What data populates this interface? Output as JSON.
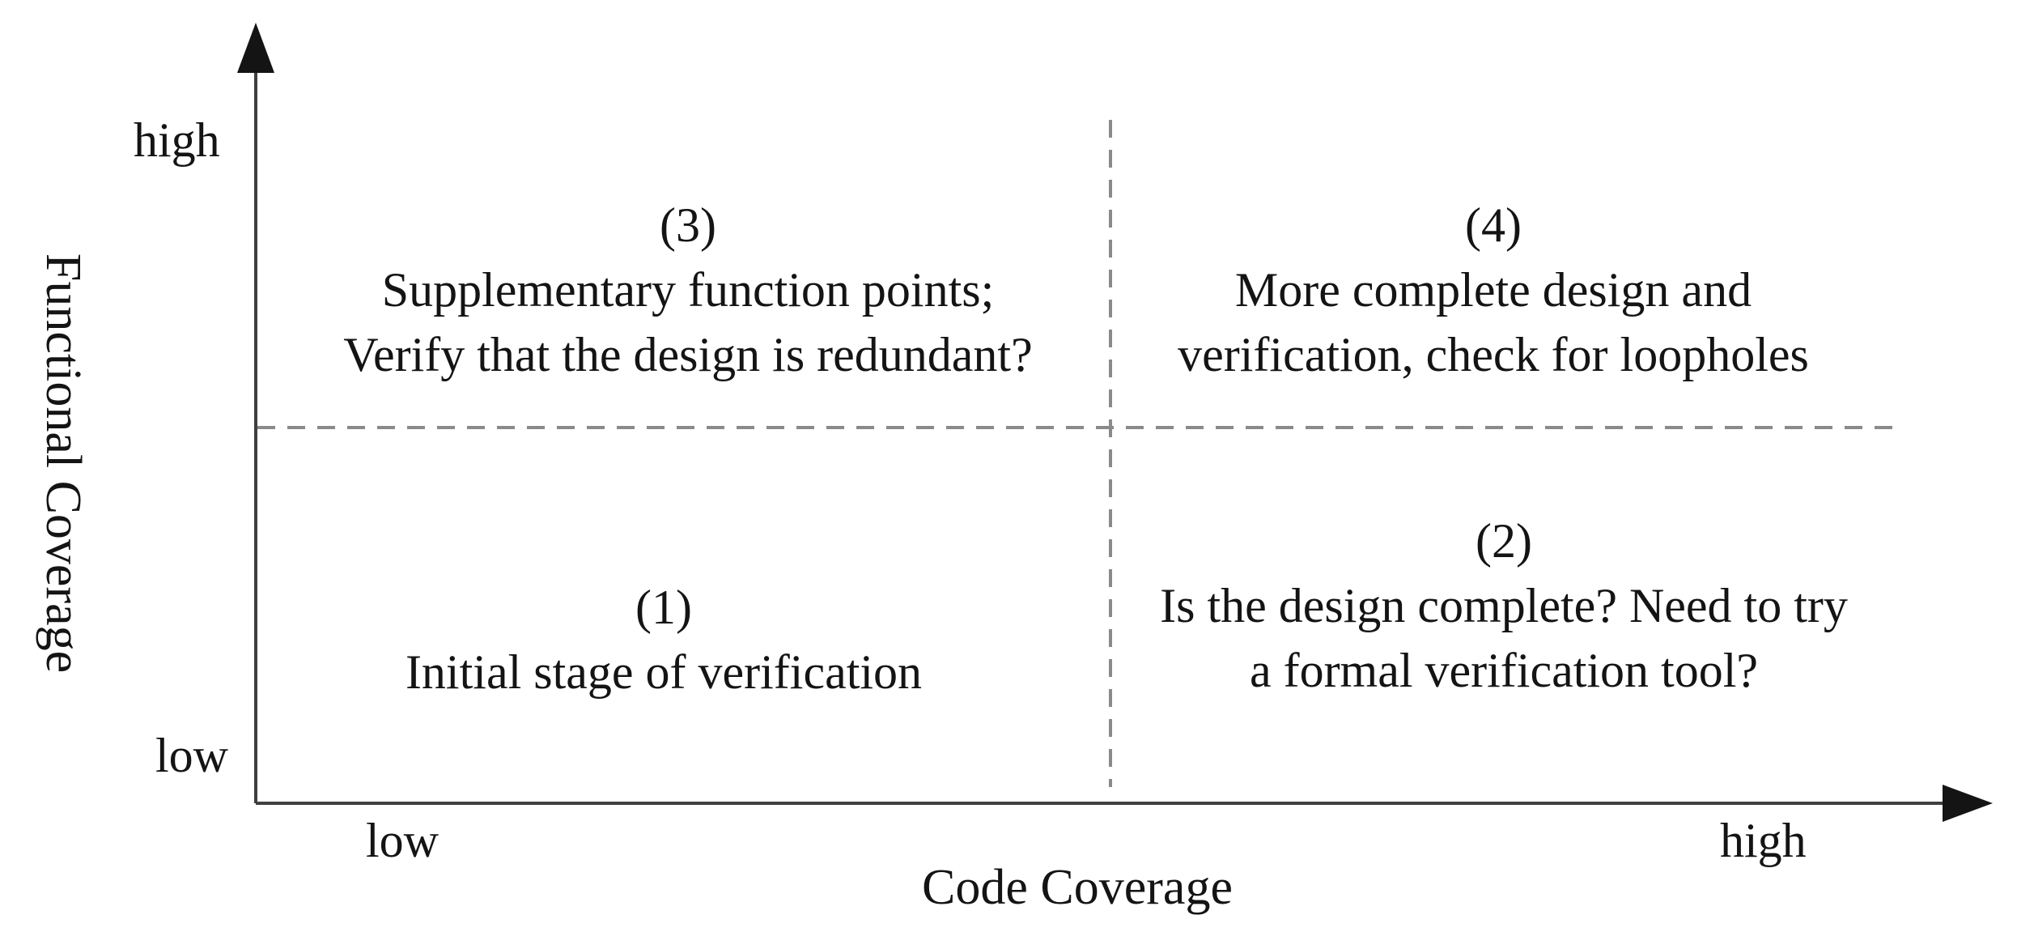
{
  "diagram": {
    "title_implied": "Coverage quadrant diagram",
    "y_axis": {
      "title": "Functional Coverage",
      "high_label": "high",
      "low_label": "low"
    },
    "x_axis": {
      "title": "Code Coverage",
      "low_label": "low",
      "high_label": "high"
    },
    "quadrants": [
      {
        "id": "(1)",
        "position": "bottom-left",
        "lines": [
          "Initial stage of verification"
        ]
      },
      {
        "id": "(2)",
        "position": "bottom-right",
        "lines": [
          "Is the design complete? Need to try",
          "a formal verification tool?"
        ]
      },
      {
        "id": "(3)",
        "position": "top-left",
        "lines": [
          "Supplementary function points;",
          "Verify that the design is redundant?"
        ]
      },
      {
        "id": "(4)",
        "position": "top-right",
        "lines": [
          "More complete design and",
          "verification, check for loopholes"
        ]
      }
    ],
    "colors": {
      "text": "#141414",
      "axis_line": "#3f3f3f",
      "dashed_line": "#8a8a8a",
      "background": "#ffffff"
    }
  }
}
